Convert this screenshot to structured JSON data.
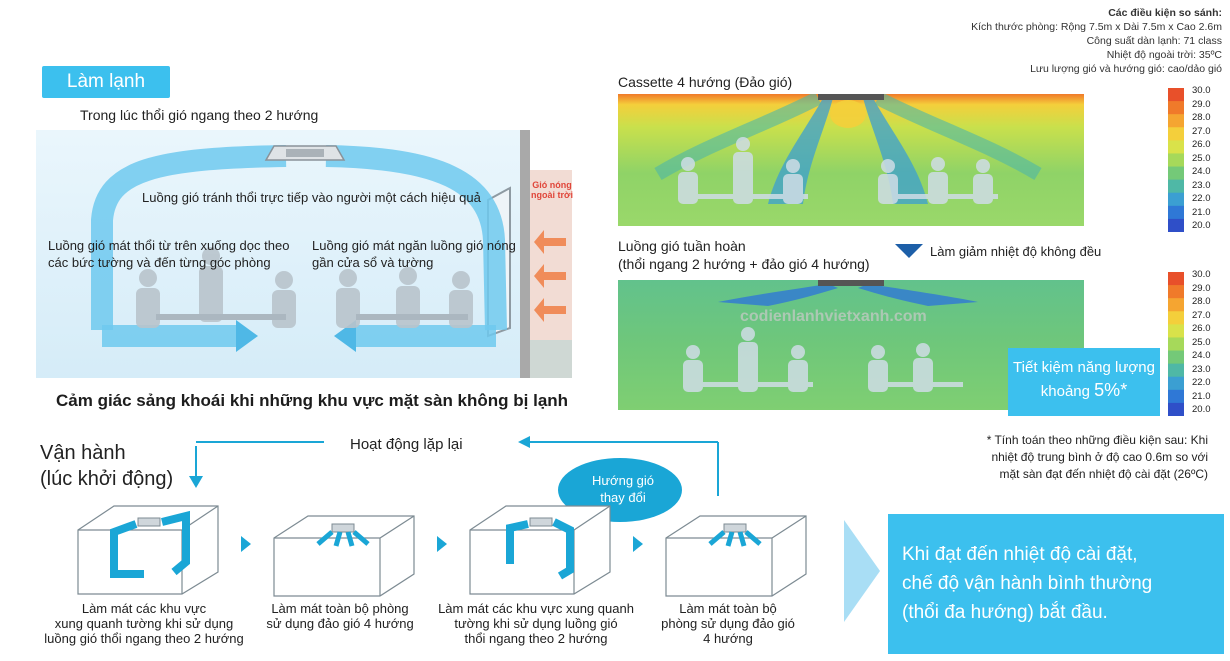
{
  "conditions": {
    "title": "Các điều kiện so sánh:",
    "lines": [
      "Kích thước phòng: Rộng 7.5m x Dài 7.5m x Cao 2.6m",
      "Công suất dàn lạnh: 71 class",
      "Nhiệt độ ngoài trời: 35ºC",
      "Lưu lượng gió và hướng gió: cao/dảo gió"
    ]
  },
  "left": {
    "mode_label": "Làm lạnh",
    "subtitle": "Trong lúc thổi gió ngang theo 2 hướng",
    "note_top": "Luồng gió tránh thổi trực tiếp vào người một cách hiệu quả",
    "note_left_1": "Luồng gió mát thổi từ trên xuống dọc theo",
    "note_left_2": "các bức tường và đến từng góc phòng",
    "note_right_1": "Luồng gió mát ngăn luồng gió nóng",
    "note_right_2": "gần cửa sổ và tường",
    "hot_air_1": "Gió nóng",
    "hot_air_2": "ngoài trời",
    "headline": "Cảm giác sảng khoái khi những khu vực mặt sàn không bị lạnh"
  },
  "right": {
    "panel1_title": "Cassette 4 hướng (Đảo gió)",
    "panel2_title_1": "Luồng gió tuần hoàn",
    "panel2_title_2": "(thổi ngang 2 hướng + đảo gió 4 hướng)",
    "reduce_note": "Làm giảm nhiệt độ không đều",
    "watermark": "codienlanhvietxanh.com",
    "saving_1": "Tiết kiệm năng lượng",
    "saving_2a": "khoảng ",
    "saving_2b": "5%*",
    "footnote_1": "* Tính toán theo những điều kiện sau: Khi",
    "footnote_2": "nhiệt độ trung bình ở độ cao 0.6m so với",
    "footnote_3": "mặt sàn đạt đến nhiệt độ cài đặt (26ºC)",
    "scale": [
      "30.0",
      "29.0",
      "28.0",
      "27.0",
      "26.0",
      "25.0",
      "24.0",
      "23.0",
      "22.0",
      "21.0",
      "20.0"
    ],
    "scale_colors": [
      "#e8502a",
      "#f07a2a",
      "#f5a531",
      "#f4cf3b",
      "#d9e24a",
      "#a6d95a",
      "#74c978",
      "#4fb8a6",
      "#3b9fd2",
      "#2f78d6",
      "#2f4fc8"
    ]
  },
  "bottom": {
    "run_1": "Vận hành",
    "run_2": "(lúc khởi động)",
    "repeat": "Hoạt động lặp lại",
    "bubble_1": "Hướng gió",
    "bubble_2": "thay đổi",
    "step1": [
      "Làm mát các khu vực",
      "xung quanh tường khi sử dụng",
      "luồng gió thổi ngang theo 2 hướng"
    ],
    "step2": [
      "Làm mát toàn bộ phòng",
      "sử dụng đảo gió 4 hướng"
    ],
    "step3": [
      "Làm mát các khu vực xung quanh",
      "tường khi sử dụng luồng gió",
      "thổi ngang theo 2 hướng"
    ],
    "step4": [
      "Làm mát toàn bộ",
      "phòng sử dụng đảo gió",
      "4 hướng"
    ],
    "final_1": "Khi đạt đến nhiệt độ cài đặt,",
    "final_2": "chế độ vận hành bình thường",
    "final_3": "(thổi đa hướng) bắt đầu."
  }
}
